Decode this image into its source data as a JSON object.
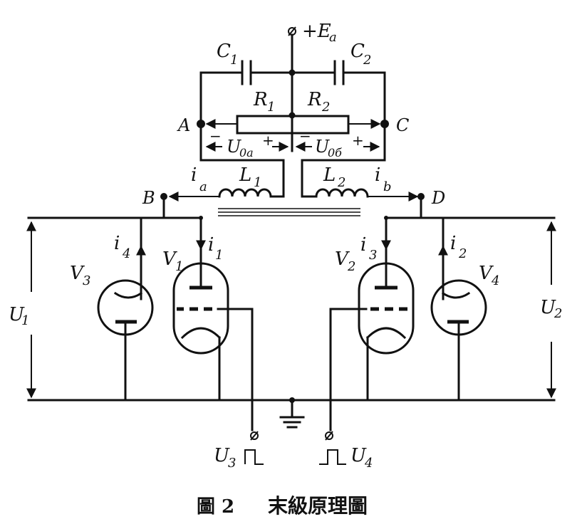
{
  "labels": {
    "ea": "+E",
    "ea_sub": "a",
    "c1": "C",
    "c1_sub": "1",
    "c2": "C",
    "c2_sub": "2",
    "r1": "R",
    "r1_sub": "1",
    "r2": "R",
    "r2_sub": "2",
    "node_a": "A",
    "node_c": "C",
    "node_b": "B",
    "node_d": "D",
    "u0a": "U",
    "u0a_sub": "0a",
    "u0b": "U",
    "u0b_sub": "0б",
    "ia": "i",
    "ia_sub": "a",
    "ib": "i",
    "ib_sub": "b",
    "l1": "L",
    "l1_sub": "1",
    "l2": "L",
    "l2_sub": "2",
    "i4": "i",
    "i4_sub": "4",
    "i1": "i",
    "i1_sub": "1",
    "i3": "i",
    "i3_sub": "3",
    "i2": "i",
    "i2_sub": "2",
    "v3": "V",
    "v3_sub": "3",
    "v1": "V",
    "v1_sub": "1",
    "v2": "V",
    "v2_sub": "2",
    "v4": "V",
    "v4_sub": "4",
    "u1": "U",
    "u1_sub": "1",
    "u2": "U",
    "u2_sub": "2",
    "u3": "U",
    "u3_sub": "3",
    "u4": "U",
    "u4_sub": "4",
    "minus": "−",
    "plus": "+"
  },
  "caption": {
    "figure": "圖 2",
    "title": "末級原理圖"
  }
}
